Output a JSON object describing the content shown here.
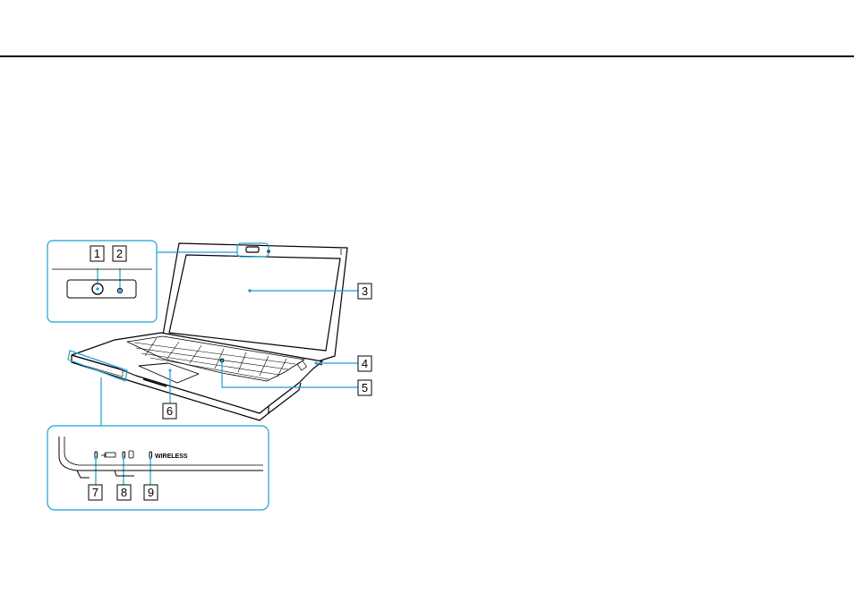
{
  "figure": {
    "callouts": [
      "1",
      "2",
      "3",
      "4",
      "5",
      "6",
      "7",
      "8",
      "9"
    ],
    "led_labels": {
      "wireless": "WIRELESS"
    },
    "colors": {
      "accent": "#1aa0d2",
      "line": "#000000"
    }
  }
}
